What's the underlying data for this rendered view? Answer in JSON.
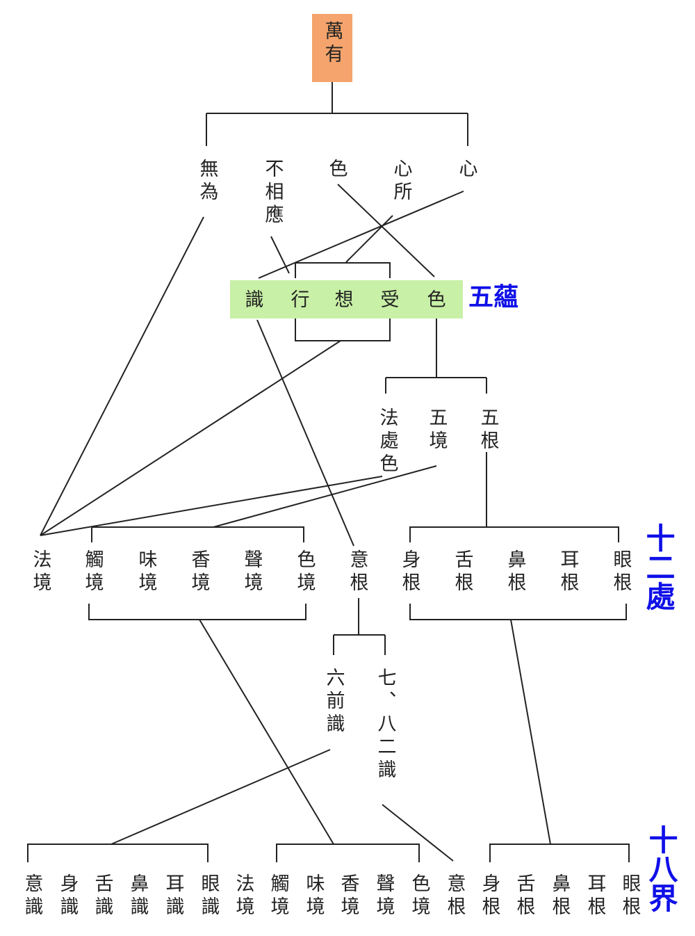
{
  "root": "萬有",
  "level1": {
    "wuwei": "無為",
    "bu_xiang_ying": "不相應",
    "se": "色",
    "xin_suo": "心所",
    "xin": "心"
  },
  "five_aggregates": {
    "label": "五蘊",
    "items": {
      "shi": "識",
      "xing": "行",
      "xiang": "想",
      "shou": "受",
      "se": "色"
    }
  },
  "form_split": {
    "fa_chu_se": "法處色",
    "wu_jing": "五境",
    "wu_gen": "五根"
  },
  "twelve_bases": {
    "label": "十二處",
    "items": {
      "fa_jing": "法境",
      "chu_jing": "觸境",
      "wei_jing": "味境",
      "xiang_jing": "香境",
      "sheng_jing": "聲境",
      "se_jing": "色境",
      "yi_gen": "意根",
      "shen_gen": "身根",
      "she_gen": "舌根",
      "bi_gen": "鼻根",
      "er_gen": "耳根",
      "yan_gen": "眼根"
    }
  },
  "mind_split": {
    "liu_qian_shi": "六前識",
    "qi_ba_er_shi": "七、八二識"
  },
  "eighteen_elements": {
    "label": "十八界",
    "items": {
      "yi_shi": "意識",
      "shen_shi": "身識",
      "she_shi": "舌識",
      "bi_shi": "鼻識",
      "er_shi": "耳識",
      "yan_shi": "眼識",
      "fa_jing": "法境",
      "chu_jing": "觸境",
      "wei_jing": "味境",
      "xiang_jing": "香境",
      "sheng_jing": "聲境",
      "se_jing": "色境",
      "yi_gen": "意根",
      "shen_gen": "身根",
      "she_gen": "舌根",
      "bi_gen": "鼻根",
      "er_gen": "耳根",
      "yan_gen": "眼根"
    }
  },
  "colors": {
    "root_fill": "#f4a46c",
    "skandha_fill": "#c8f0a6",
    "category_label": "#1010e8",
    "line": "#222222"
  }
}
